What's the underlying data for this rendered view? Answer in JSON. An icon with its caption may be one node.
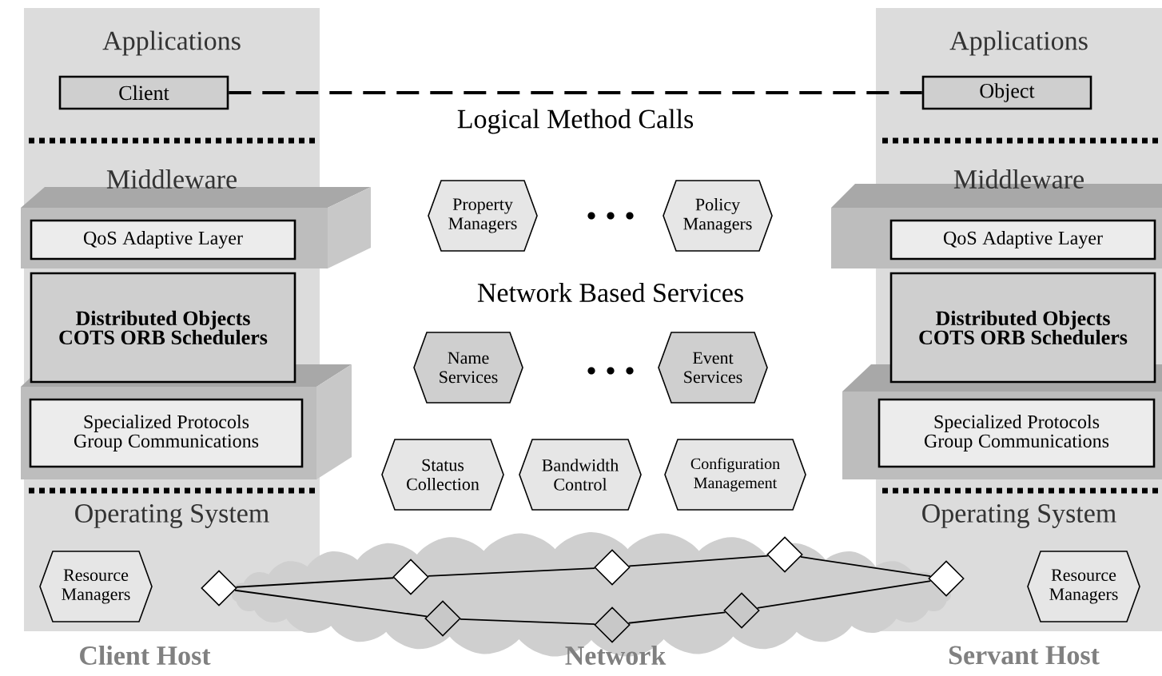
{
  "diagram": {
    "nodes": [
      {
        "text": [
          "Applications",
          "Middleware",
          "Operating System",
          "Client Host"
        ]
      },
      {
        "text": [
          "Client"
        ],
        "in": 0
      },
      {
        "text": [
          "QoS Adaptive Layer"
        ],
        "in": 0
      },
      {
        "text": [
          "Distributed Objects COTS ORB Schedulers"
        ],
        "in": 0
      },
      {
        "text": [
          "Specialized Protocols Group Communications"
        ],
        "in": 0
      },
      {
        "text": [
          "Resource Managers"
        ],
        "in": 0
      },
      {
        "text": [
          "Applications",
          "Middleware",
          "Operating System",
          "Servant Host"
        ]
      },
      {
        "text": [
          "Object"
        ],
        "in": 6
      },
      {
        "text": [
          "QoS Adaptive Layer"
        ],
        "in": 6
      },
      {
        "text": [
          "Distributed Objects COTS ORB Schedulers"
        ],
        "in": 6
      },
      {
        "text": [
          "Specialized Protocols Group Communications"
        ],
        "in": 6
      },
      {
        "text": [
          "Resource Managers"
        ],
        "in": 6
      },
      {
        "text": [
          "Property Managers"
        ]
      },
      {
        "text": [
          "Policy Managers"
        ]
      },
      {
        "text": [
          "Name Services"
        ]
      },
      {
        "text": [
          "Event Services"
        ]
      },
      {
        "text": [
          "Status Collection"
        ]
      },
      {
        "text": [
          "Bandwidth Control"
        ]
      },
      {
        "text": [
          "Configuration Management"
        ]
      },
      {
        "text": [
          "Network"
        ]
      },
      {
        "text": [],
        "shape": "diamond",
        "in": 0
      },
      {
        "text": [],
        "shape": "diamond",
        "in": 19
      },
      {
        "text": [],
        "shape": "diamond",
        "in": 19
      },
      {
        "text": [],
        "shape": "diamond",
        "in": 19
      },
      {
        "text": [],
        "shape": "diamond",
        "in": 19
      },
      {
        "text": [],
        "shape": "diamond",
        "in": 19
      },
      {
        "text": [],
        "shape": "diamond",
        "in": 19
      },
      {
        "text": [],
        "shape": "diamond",
        "in": 6
      }
    ],
    "edges": [
      {
        "from": 1,
        "to": 7,
        "arrow": "none",
        "style": "dashed",
        "label": "Logical Method Calls"
      },
      {
        "from": 20,
        "to": 21,
        "arrow": "none"
      },
      {
        "from": 21,
        "to": 23,
        "arrow": "none"
      },
      {
        "from": 23,
        "to": 26,
        "arrow": "none"
      },
      {
        "from": 26,
        "to": 27,
        "arrow": "none"
      },
      {
        "from": 20,
        "to": 22,
        "arrow": "none"
      },
      {
        "from": 22,
        "to": 24,
        "arrow": "none"
      },
      {
        "from": 24,
        "to": 25,
        "arrow": "none"
      },
      {
        "from": 25,
        "to": 27,
        "arrow": "none"
      }
    ],
    "labels": [
      "Network Based Services"
    ]
  }
}
